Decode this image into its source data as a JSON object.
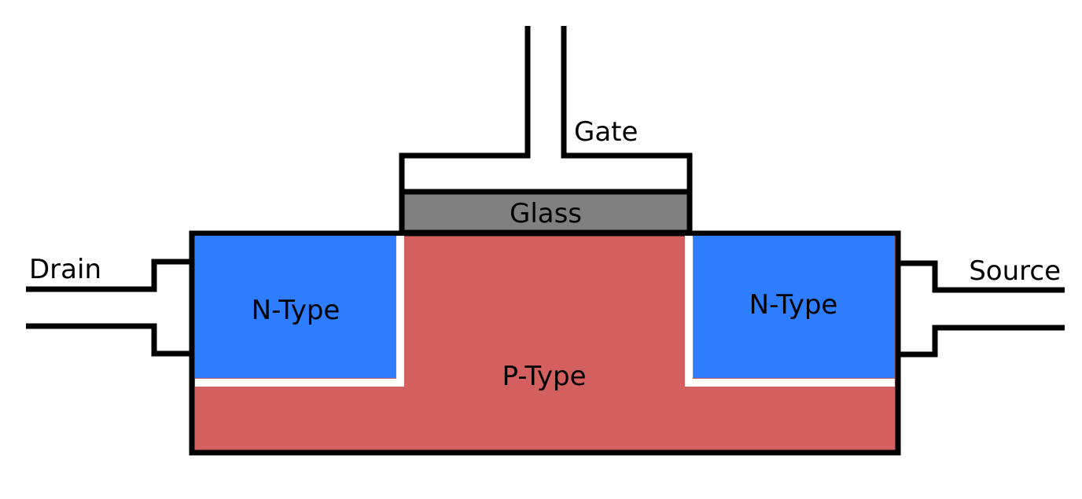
{
  "labels": {
    "gate": "Gate",
    "glass": "Glass",
    "drain": "Drain",
    "source": "Source",
    "n_type_left": "N-Type",
    "n_type_right": "N-Type",
    "p_type": "P-Type"
  },
  "colors": {
    "p_type": "#d45f5f",
    "n_type": "#2e7dff",
    "glass": "#808080",
    "outline": "#000000",
    "background": "#ffffff"
  }
}
